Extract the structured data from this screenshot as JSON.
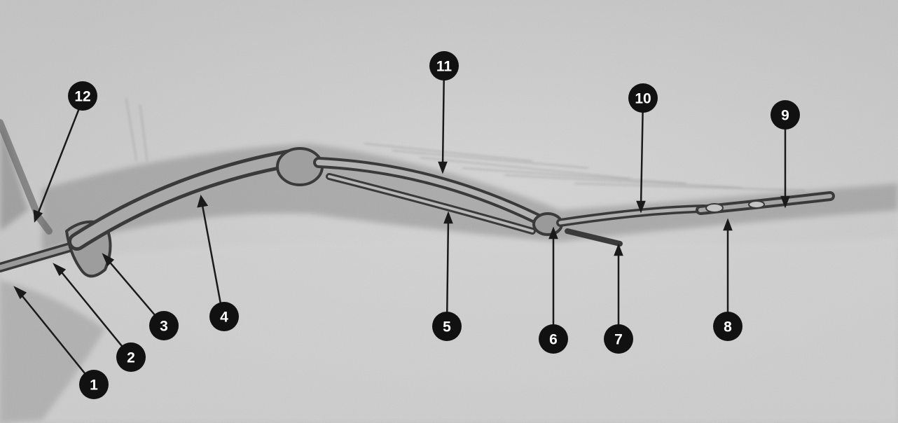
{
  "diagram": {
    "callouts": [
      {
        "id": "1",
        "number": "1"
      },
      {
        "id": "2",
        "number": "2"
      },
      {
        "id": "3",
        "number": "3"
      },
      {
        "id": "4",
        "number": "4"
      },
      {
        "id": "5",
        "number": "5"
      },
      {
        "id": "6",
        "number": "6"
      },
      {
        "id": "7",
        "number": "7"
      },
      {
        "id": "8",
        "number": "8"
      },
      {
        "id": "9",
        "number": "9"
      },
      {
        "id": "10",
        "number": "10"
      },
      {
        "id": "11",
        "number": "11"
      },
      {
        "id": "12",
        "number": "12"
      }
    ]
  },
  "colors": {
    "background": "#c9c9c9",
    "bone_outline": "#3a3a3a",
    "callout_fill": "#111111",
    "callout_text": "#ffffff"
  }
}
